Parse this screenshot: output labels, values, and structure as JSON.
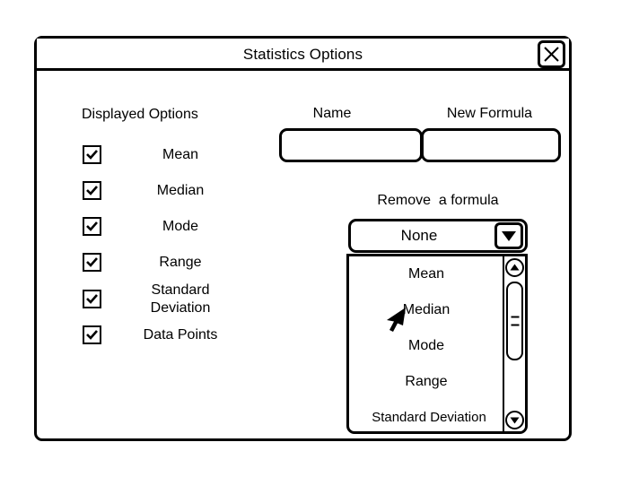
{
  "dialog": {
    "title": "Statistics Options",
    "close_icon": "close-x-icon"
  },
  "displayed_options": {
    "heading": "Displayed Options",
    "items": [
      {
        "label": "Mean",
        "checked": true
      },
      {
        "label": "Median",
        "checked": true
      },
      {
        "label": "Mode",
        "checked": true
      },
      {
        "label": "Range",
        "checked": true
      },
      {
        "label": "Standard\nDeviation",
        "checked": true
      },
      {
        "label": "Data Points",
        "checked": true
      }
    ]
  },
  "formula_entry": {
    "name_label": "Name",
    "name_value": "",
    "name_placeholder": "",
    "formula_label": "New Formula",
    "formula_value": "",
    "formula_placeholder": ""
  },
  "remove_formula": {
    "label": "Remove  a formula",
    "selected": "None",
    "arrow_icon": "triangle-down-icon",
    "options": [
      "Mean",
      "Median",
      "Mode",
      "Range",
      "Standard Deviation"
    ],
    "scrollbar": {
      "up_icon": "triangle-up-icon",
      "down_icon": "triangle-down-icon"
    }
  },
  "cursor": {
    "icon": "mouse-pointer-icon"
  },
  "colors": {
    "stroke": "#000000",
    "background": "#ffffff"
  }
}
